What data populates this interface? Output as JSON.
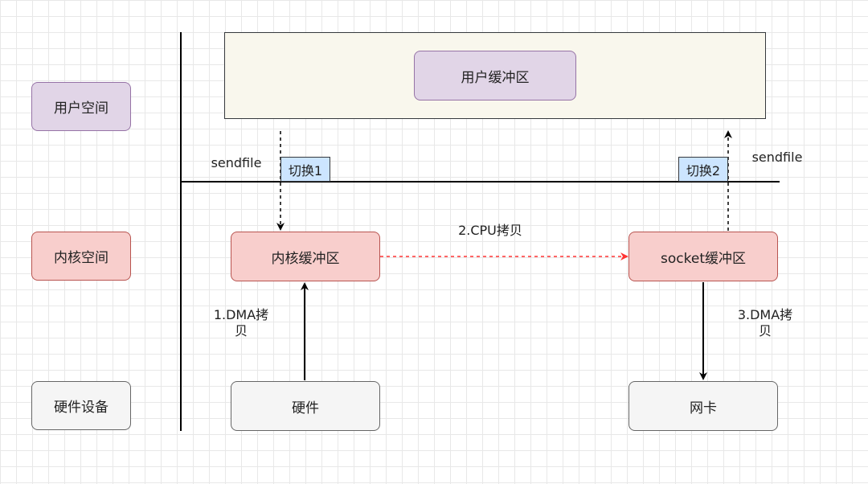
{
  "rows": {
    "user_space": "用户空间",
    "kernel_space": "内核空间",
    "hardware_devices": "硬件设备"
  },
  "boxes": {
    "user_buffer": "用户缓冲区",
    "kernel_buffer": "内核缓冲区",
    "socket_buffer": "socket缓冲区",
    "hardware": "硬件",
    "nic": "网卡"
  },
  "labels": {
    "sendfile_left": "sendfile",
    "sendfile_right": "sendfile",
    "switch1": "切换1",
    "switch2": "切换2",
    "cpu_copy": "2.CPU拷贝",
    "dma_copy1_line1": "1.DMA拷",
    "dma_copy1_line2": "贝",
    "dma_copy3_line1": "3.DMA拷",
    "dma_copy3_line2": "贝"
  },
  "colors": {
    "purple_fill": "#e1d5e7",
    "red_fill": "#f8cecc",
    "gray_fill": "#f5f5f5",
    "panel_fill": "#f9f7ed",
    "tag_fill": "#cce5ff",
    "cpu_arrow": "#ff3333"
  }
}
